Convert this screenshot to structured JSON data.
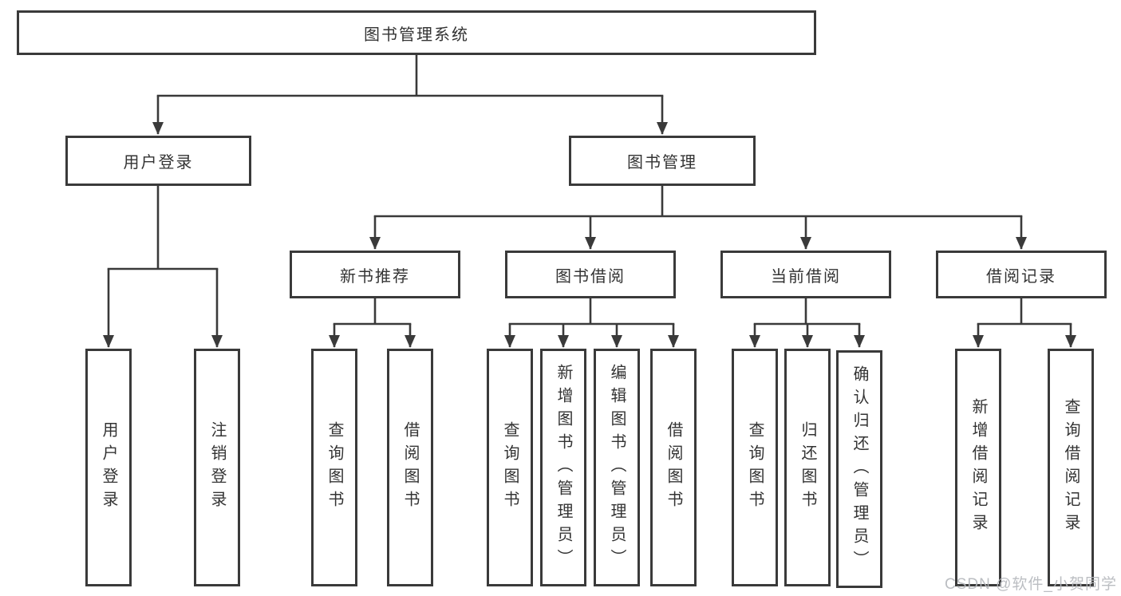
{
  "diagram": {
    "nodes": {
      "root": "图书管理系统",
      "user_login": "用户登录",
      "book_mgmt": "图书管理",
      "new_books": "新书推荐",
      "book_borrow": "图书借阅",
      "current_borrow": "当前借阅",
      "borrow_records": "借阅记录"
    },
    "leaves": {
      "user_login": [
        "用户登录",
        "注销登录"
      ],
      "new_books": [
        "查询图书",
        "借阅图书"
      ],
      "book_borrow": [
        "查询图书",
        "新增图书（管理员）",
        "编辑图书（管理员）",
        "借阅图书"
      ],
      "current_borrow": [
        "查询图书",
        "归还图书",
        "确认归还（管理员）"
      ],
      "borrow_records": [
        "新增借阅记录",
        "查询借阅记录"
      ]
    },
    "watermark": "CSDN @软件_小贺同学",
    "colors": {
      "line": "#3a3a3a",
      "border": "#3a3a3a",
      "text": "#333333",
      "watermark": "#b4b7bc"
    }
  }
}
